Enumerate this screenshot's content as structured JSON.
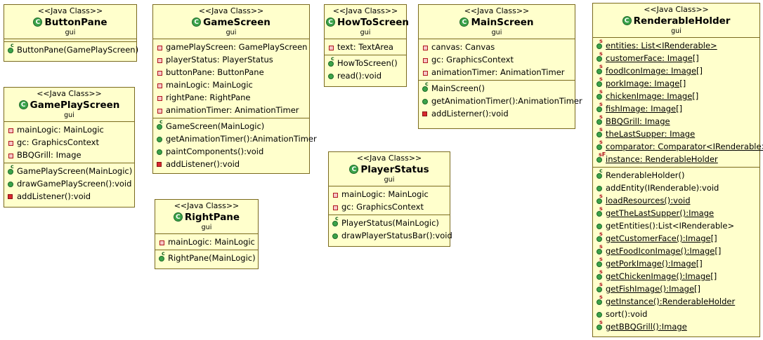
{
  "stereotype": "<<Java Class>>",
  "classes": {
    "buttonpane": {
      "name": "ButtonPane",
      "package": "gui",
      "attributes": [],
      "methods": [
        {
          "text": "ButtonPane(GamePlayScreen)",
          "kind": "ctor"
        }
      ]
    },
    "gamescreen": {
      "name": "GameScreen",
      "package": "gui",
      "attributes": [
        {
          "text": "gamePlayScreen: GamePlayScreen",
          "kind": "private"
        },
        {
          "text": "playerStatus: PlayerStatus",
          "kind": "private"
        },
        {
          "text": "buttonPane: ButtonPane",
          "kind": "private"
        },
        {
          "text": "mainLogic: MainLogic",
          "kind": "private"
        },
        {
          "text": "rightPane: RightPane",
          "kind": "private"
        },
        {
          "text": "animationTimer: AnimationTimer",
          "kind": "private"
        }
      ],
      "methods": [
        {
          "text": "GameScreen(MainLogic)",
          "kind": "ctor"
        },
        {
          "text": "getAnimationTimer():AnimationTimer",
          "kind": "public"
        },
        {
          "text": "paintComponents():void",
          "kind": "public"
        },
        {
          "text": "addListener():void",
          "kind": "private"
        }
      ]
    },
    "howtoscreen": {
      "name": "HowToScreen",
      "package": "gui",
      "attributes": [
        {
          "text": "text: TextArea",
          "kind": "private"
        }
      ],
      "methods": [
        {
          "text": "HowToScreen()",
          "kind": "ctor"
        },
        {
          "text": "read():void",
          "kind": "public"
        }
      ]
    },
    "mainscreen": {
      "name": "MainScreen",
      "package": "gui",
      "attributes": [
        {
          "text": "canvas: Canvas",
          "kind": "private"
        },
        {
          "text": "gc: GraphicsContext",
          "kind": "private"
        },
        {
          "text": "animationTimer: AnimationTimer",
          "kind": "private"
        }
      ],
      "methods": [
        {
          "text": "MainScreen()",
          "kind": "ctor"
        },
        {
          "text": "getAnimationTimer():AnimationTimer",
          "kind": "public"
        },
        {
          "text": "addListerner():void",
          "kind": "private"
        }
      ]
    },
    "renderableholder": {
      "name": "RenderableHolder",
      "package": "gui",
      "attributes": [
        {
          "text": "entities: List<IRenderable>",
          "kind": "static"
        },
        {
          "text": "customerFace: Image[]",
          "kind": "static"
        },
        {
          "text": "foodIconImage: Image[]",
          "kind": "static"
        },
        {
          "text": "porkImage: Image[]",
          "kind": "static"
        },
        {
          "text": "chickenImage: Image[]",
          "kind": "static"
        },
        {
          "text": "fishImage: Image[]",
          "kind": "static"
        },
        {
          "text": "BBQGrill: Image",
          "kind": "static"
        },
        {
          "text": "theLastSupper: Image",
          "kind": "static"
        },
        {
          "text": "comparator: Comparator<IRenderable>",
          "kind": "static"
        },
        {
          "text": "instance: RenderableHolder",
          "kind": "static-final"
        }
      ],
      "methods": [
        {
          "text": "RenderableHolder()",
          "kind": "ctor"
        },
        {
          "text": "addEntity(IRenderable):void",
          "kind": "public"
        },
        {
          "text": "loadResources():void",
          "kind": "static"
        },
        {
          "text": "getTheLastSupper():Image",
          "kind": "static"
        },
        {
          "text": "getEntities():List<IRenderable>",
          "kind": "public"
        },
        {
          "text": "getCustomerFace():Image[]",
          "kind": "static"
        },
        {
          "text": "getFoodIconImage():Image[]",
          "kind": "static"
        },
        {
          "text": "getPorkImage():Image[]",
          "kind": "static"
        },
        {
          "text": "getChickenImage():Image[]",
          "kind": "static"
        },
        {
          "text": "getFishImage():Image[]",
          "kind": "static"
        },
        {
          "text": "getInstance():RenderableHolder",
          "kind": "static"
        },
        {
          "text": "sort():void",
          "kind": "public"
        },
        {
          "text": "getBBQGrill():Image",
          "kind": "static"
        }
      ]
    },
    "gameplayscreen": {
      "name": "GamePlayScreen",
      "package": "gui",
      "attributes": [
        {
          "text": "mainLogic: MainLogic",
          "kind": "private"
        },
        {
          "text": "gc: GraphicsContext",
          "kind": "private"
        },
        {
          "text": "BBQGrill: Image",
          "kind": "private"
        }
      ],
      "methods": [
        {
          "text": "GamePlayScreen(MainLogic)",
          "kind": "ctor"
        },
        {
          "text": "drawGamePlayScreen():void",
          "kind": "public"
        },
        {
          "text": "addListener():void",
          "kind": "private"
        }
      ]
    },
    "playerstatus": {
      "name": "PlayerStatus",
      "package": "gui",
      "attributes": [
        {
          "text": "mainLogic: MainLogic",
          "kind": "private"
        },
        {
          "text": "gc: GraphicsContext",
          "kind": "private"
        }
      ],
      "methods": [
        {
          "text": "PlayerStatus(MainLogic)",
          "kind": "ctor"
        },
        {
          "text": "drawPlayerStatusBar():void",
          "kind": "public"
        }
      ]
    },
    "rightpane": {
      "name": "RightPane",
      "package": "gui",
      "attributes": [
        {
          "text": "mainLogic: MainLogic",
          "kind": "private"
        }
      ],
      "methods": [
        {
          "text": "RightPane(MainLogic)",
          "kind": "ctor"
        }
      ]
    }
  }
}
